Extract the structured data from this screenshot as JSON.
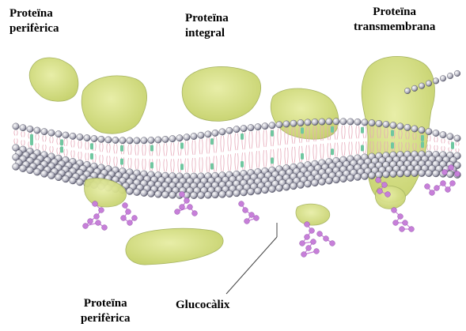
{
  "labels": {
    "peripheral_top": [
      "Proteïna",
      "perifèrica"
    ],
    "integral": [
      "Proteïna",
      "integral"
    ],
    "transmembrane": [
      "Proteïna",
      "transmembrana"
    ],
    "peripheral_bottom": [
      "Proteïna",
      "perifèrica"
    ],
    "glycocalyx": "Glucocàlix"
  },
  "colors": {
    "protein": "#d6e08a",
    "protein_edge": "#9aa85a",
    "head_outer": "#dcdce6",
    "head_inner": "#5a5a6a",
    "tail": "#e6a8b8",
    "cholesterol": "#6fc7a0",
    "glycan": "#c77fd9",
    "leader": "#333333"
  }
}
